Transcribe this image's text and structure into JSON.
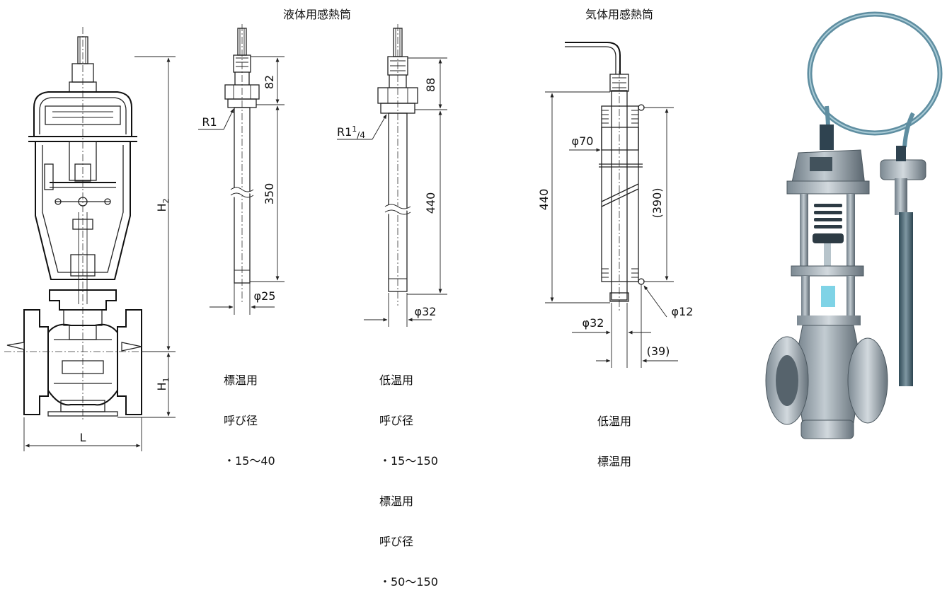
{
  "headings": {
    "liquid": "液体用感熱筒",
    "gas": "気体用感熱筒"
  },
  "valve": {
    "label_h2": "H",
    "label_h2_sub": "2",
    "label_h1": "H",
    "label_h1_sub": "1",
    "label_l": "L"
  },
  "bulb_r1": {
    "thread": "R1",
    "dim_top": "82",
    "dim_length": "350",
    "dim_dia": "φ25",
    "note": [
      "標温用",
      "呼び径",
      "・15～40"
    ]
  },
  "bulb_r114": {
    "thread": "R1",
    "thread_sup": "1",
    "thread_sub": "/4",
    "dim_top": "88",
    "dim_length": "440",
    "dim_dia": "φ32",
    "note": [
      "低温用",
      "呼び径",
      "・15～150",
      "標温用",
      "呼び径",
      "・50～150"
    ]
  },
  "bulb_gas": {
    "dim_total": "440",
    "dim_inner": "(390)",
    "dim_fin": "φ70",
    "dim_tube": "φ32",
    "dim_small": "φ12",
    "dim_offset": "(39)",
    "note": [
      "低温用",
      "標温用"
    ]
  }
}
